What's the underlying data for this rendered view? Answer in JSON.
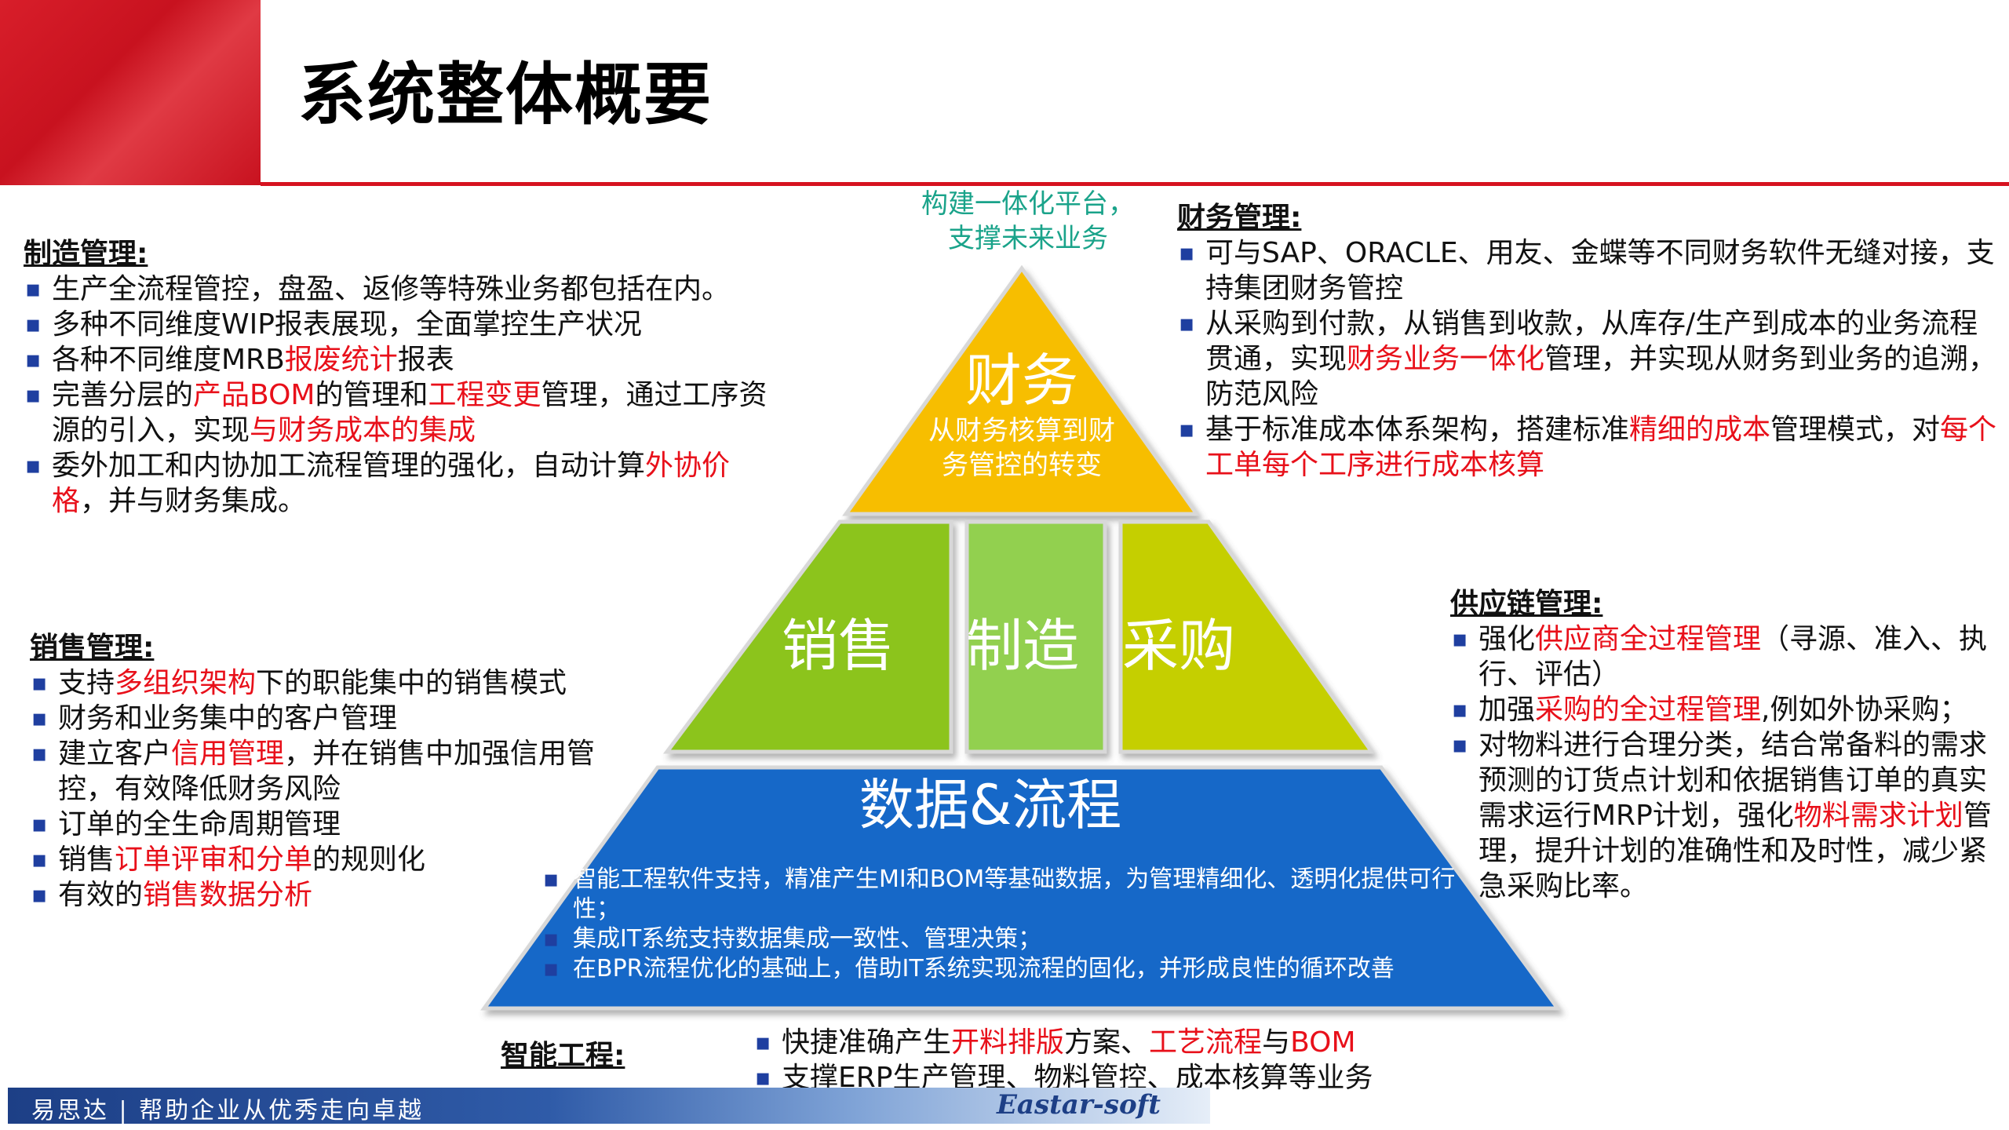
{
  "title": "系统整体概要",
  "slogan": [
    "构建一体化平台，",
    "支撑未来业务"
  ],
  "pyramid": {
    "top_title": "财务",
    "top_sub_lines": [
      "从财务核算到财",
      "务管控的转变"
    ],
    "mid_left": "销售",
    "mid_center": "制造",
    "mid_right": "采购",
    "base_title": "数据&流程",
    "colors": {
      "top": "#f7be00",
      "mid_left": "#8cc41c",
      "mid_center": "#92d050",
      "mid_right": "#c5cf06",
      "base": "#1767c8"
    }
  },
  "data_items": [
    "智能工程软件支持，精准产生MI和BOM等基础数据，为管理精细化、透明化提供可行性；",
    "集成IT系统支持数据集成一致性、管理决策；",
    "在BPR流程优化的基础上，借助IT系统实现流程的固化，并形成良性的循环改善"
  ],
  "manufacturing": {
    "title": "制造管理:",
    "items": [
      [
        {
          "t": "生产全流程管控，盘盈、返修等特殊业务都包括在内。"
        }
      ],
      [
        {
          "t": "多种不同维度WIP报表展现，全面掌控生产状况"
        }
      ],
      [
        {
          "t": "各种不同维度MRB"
        },
        {
          "t": "报废统计",
          "hl": true
        },
        {
          "t": "报表"
        }
      ],
      [
        {
          "t": "完善分层的"
        },
        {
          "t": "产品BOM",
          "hl": true
        },
        {
          "t": "的管理和"
        },
        {
          "t": "工程变更",
          "hl": true
        },
        {
          "t": "管理，通过工序资源的引入，实现"
        },
        {
          "t": "与财务成本的集成",
          "hl": true
        }
      ],
      [
        {
          "t": "委外加工和内协加工流程管理的强化，自动计算"
        },
        {
          "t": "外协价格",
          "hl": true
        },
        {
          "t": "，并与财务集成。"
        }
      ]
    ]
  },
  "finance": {
    "title": "财务管理:",
    "items": [
      [
        {
          "t": "可与SAP、ORACLE、用友、金蝶等不同财务软件无缝对接，支持集团财务管控"
        }
      ],
      [
        {
          "t": "从采购到付款，从销售到收款，从库存/生产到成本的业务流程贯通，实现"
        },
        {
          "t": "财务业务一体化",
          "hl": true
        },
        {
          "t": "管理，并实现从财务到业务的追溯，防范风险"
        }
      ],
      [
        {
          "t": "基于标准成本体系架构，搭建标准"
        },
        {
          "t": "精细的成本",
          "hl": true
        },
        {
          "t": "管理模式，对"
        },
        {
          "t": "每个工单每个工序进行成本核算",
          "hl": true
        }
      ]
    ]
  },
  "sales": {
    "title": "销售管理:",
    "items": [
      [
        {
          "t": "支持"
        },
        {
          "t": "多组织架构",
          "hl": true
        },
        {
          "t": "下的职能集中的销售模式"
        }
      ],
      [
        {
          "t": "财务和业务集中的客户管理"
        }
      ],
      [
        {
          "t": "建立客户"
        },
        {
          "t": "信用管理",
          "hl": true
        },
        {
          "t": "，并在销售中加强信用管控，有效降低财务风险"
        }
      ],
      [
        {
          "t": "订单的全生命周期管理"
        }
      ],
      [
        {
          "t": "销售"
        },
        {
          "t": "订单评审和分单",
          "hl": true
        },
        {
          "t": "的规则化"
        }
      ],
      [
        {
          "t": "有效的"
        },
        {
          "t": "销售数据分析",
          "hl": true
        }
      ]
    ]
  },
  "supply": {
    "title": "供应链管理:",
    "items": [
      [
        {
          "t": "强化"
        },
        {
          "t": "供应商全过程管理",
          "hl": true
        },
        {
          "t": "（寻源、准入、执行、评估）"
        }
      ],
      [
        {
          "t": "加强"
        },
        {
          "t": "采购的全过程管理",
          "hl": true
        },
        {
          "t": ",例如外协采购；"
        }
      ],
      [
        {
          "t": "对物料进行合理分类，结合常备料的需求预测的订货点计划和依据销售订单的真实需求运行MRP计划，强化"
        },
        {
          "t": "物料需求计划",
          "hl": true
        },
        {
          "t": "管理，提升计划的准确性和及时性，减少紧急采购比率。"
        }
      ]
    ]
  },
  "engineering": {
    "title": "智能工程:",
    "items": [
      [
        {
          "t": "快捷准确产生"
        },
        {
          "t": "开料排版",
          "hl": true
        },
        {
          "t": "方案、"
        },
        {
          "t": "工艺流程",
          "hl": true
        },
        {
          "t": "与"
        },
        {
          "t": "BOM",
          "hl": true
        }
      ],
      [
        {
          "t": "支撑ERP生产管理、物料管控、成本核算等业务"
        }
      ]
    ]
  },
  "footer": {
    "left": "易思达 | 帮助企业从优秀走向卓越",
    "brand": "Eastar-soft"
  }
}
